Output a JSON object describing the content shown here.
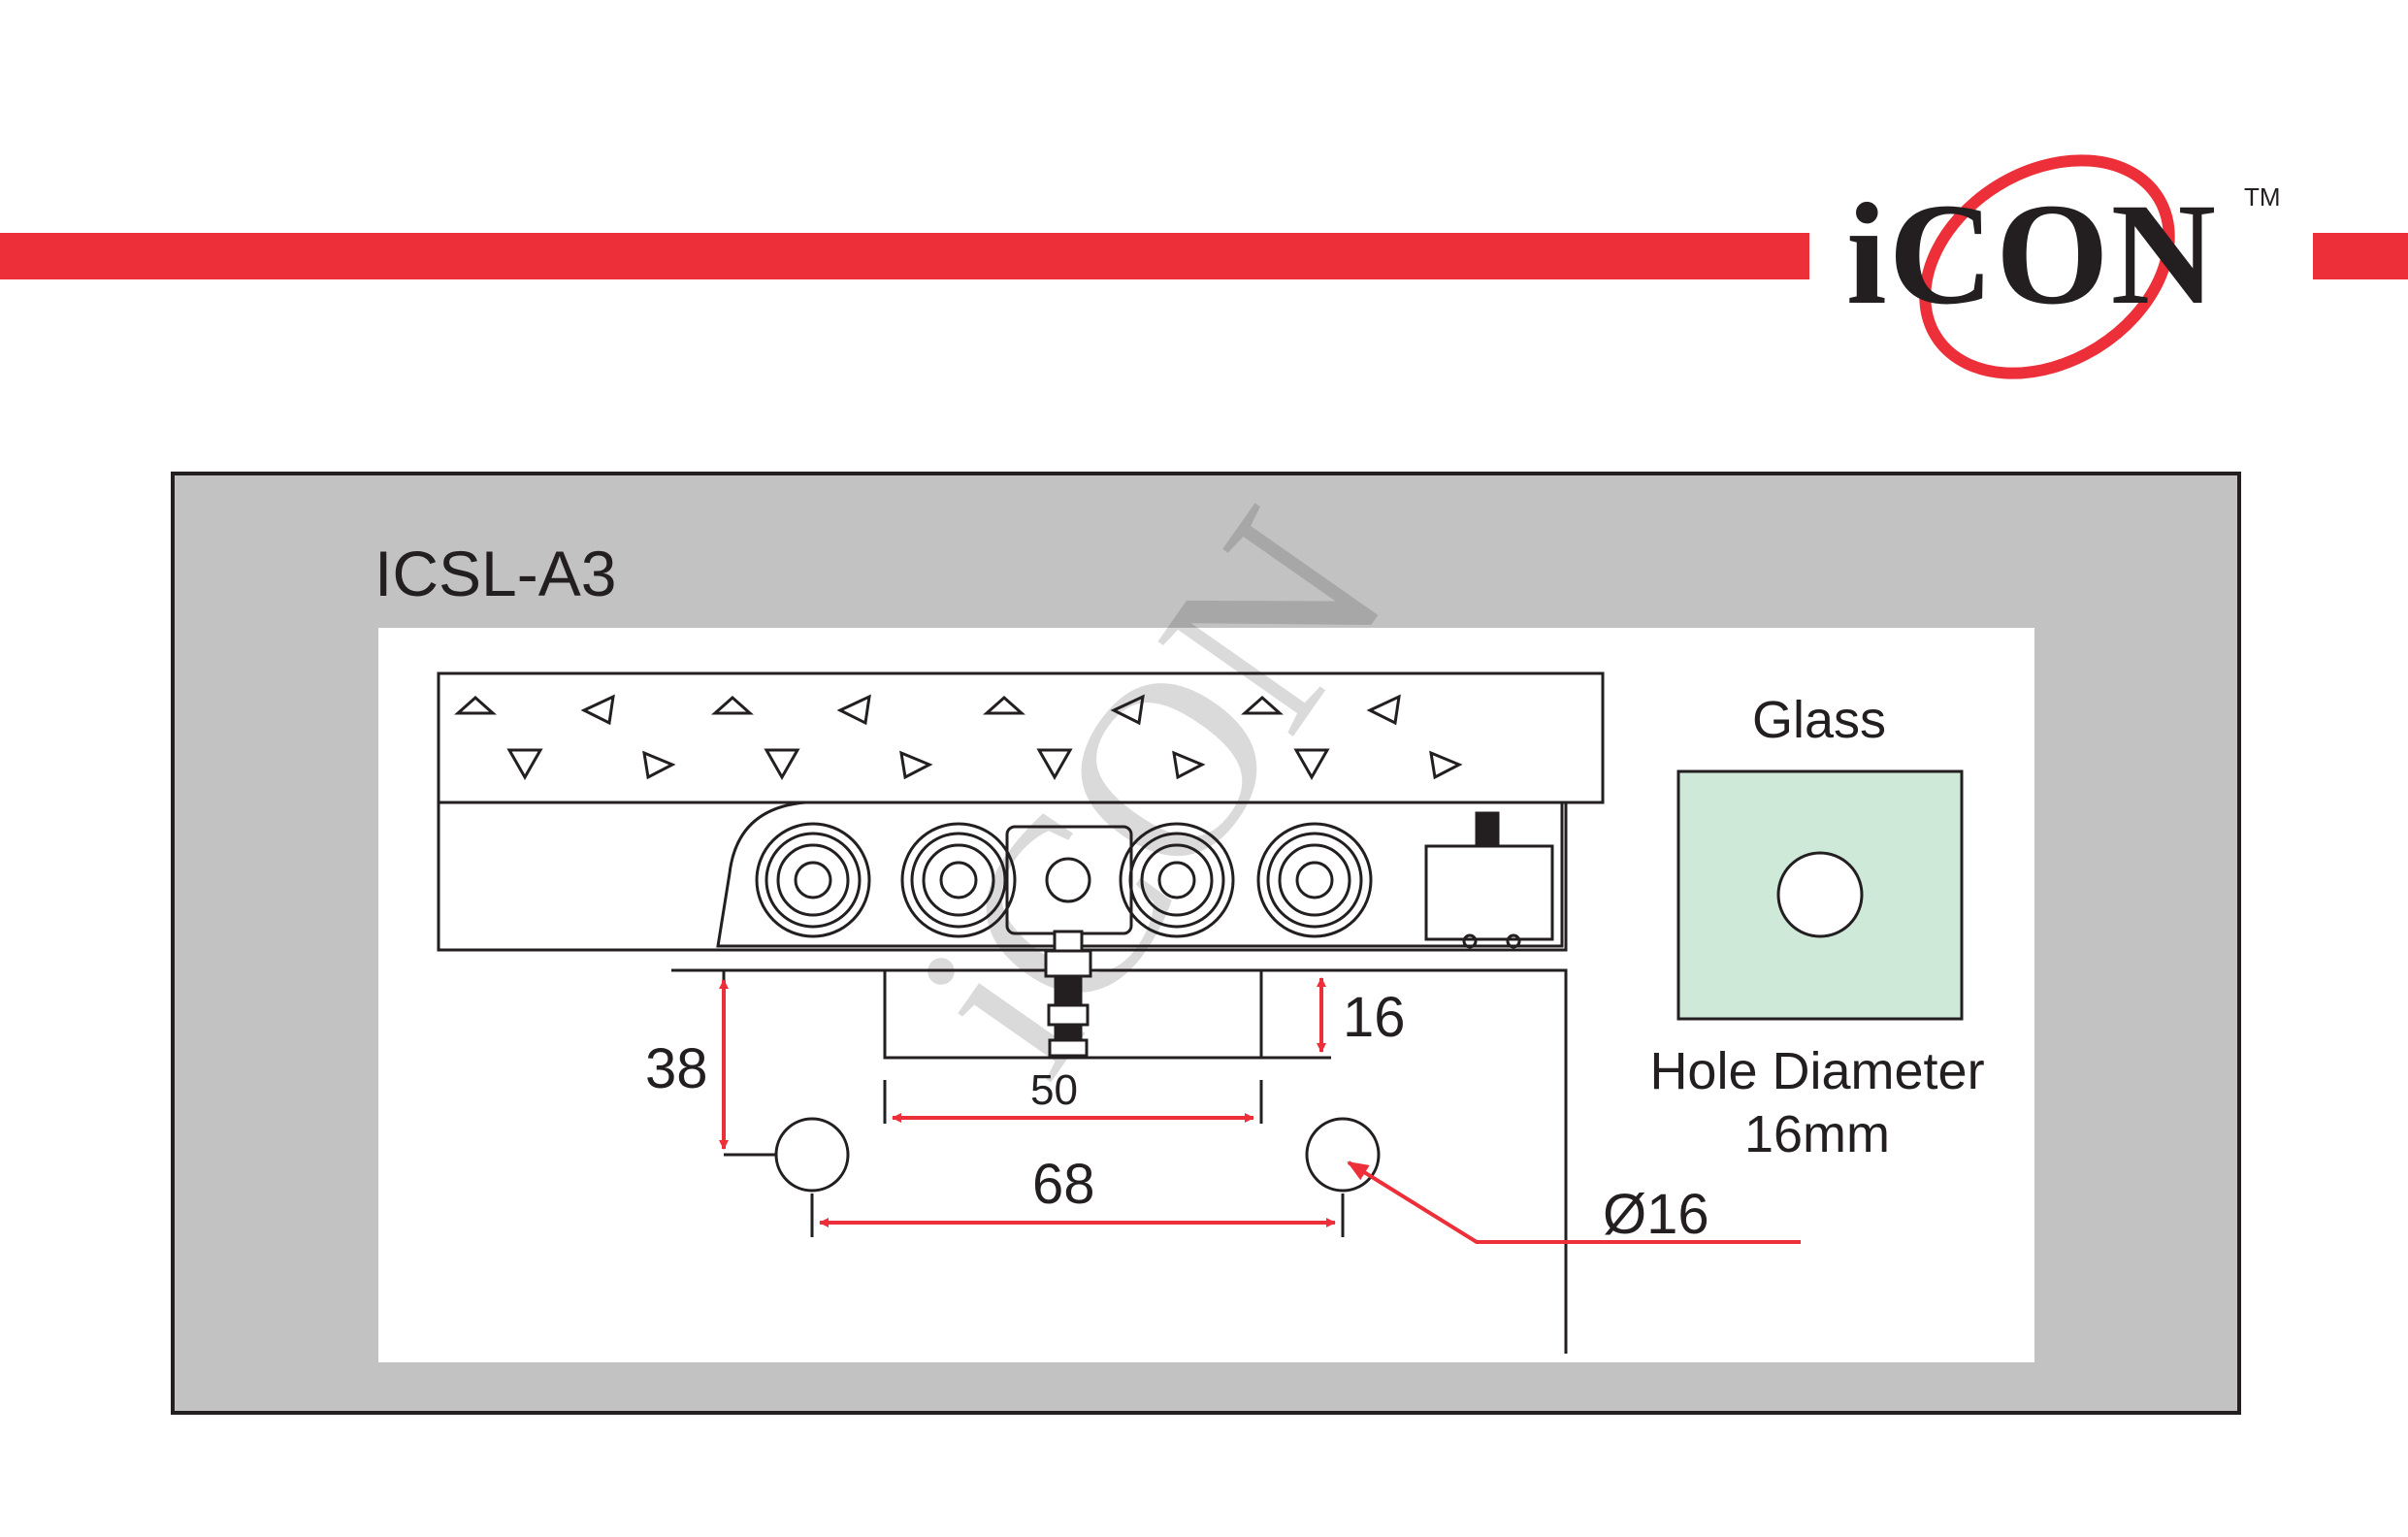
{
  "brand": {
    "logo_text": "iCON",
    "trademark": "TM",
    "accent_color": "#ed2f39",
    "dark_color": "#231f20"
  },
  "product": {
    "code": "ICSL-A3"
  },
  "dimensions": {
    "height_38": "38",
    "height_16": "16",
    "width_50": "50",
    "width_68": "68",
    "hole_callout": "Ø16"
  },
  "glass_panel": {
    "title": "Glass",
    "hole_label_line1": "Hole Diameter",
    "hole_label_line2": "16mm",
    "fill_color": "#cfe9d8"
  },
  "colors": {
    "frame_background": "#c2c2c2",
    "drawing_background": "#ffffff",
    "dimension_red": "#ed2f39"
  }
}
